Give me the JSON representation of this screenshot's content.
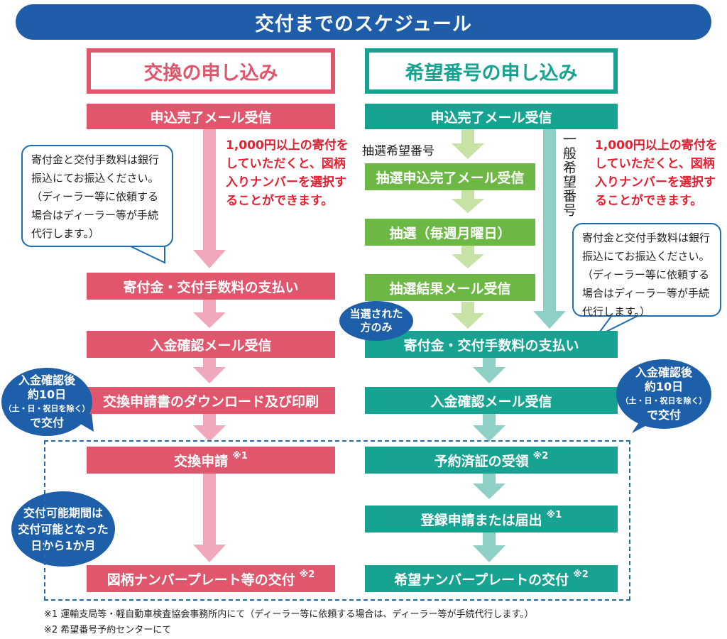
{
  "title": "交付までのスケジュール",
  "left": {
    "header": "交換の申し込み",
    "steps": [
      "申込完了メール受信",
      "寄付金・交付手数料の支払い",
      "入金確認メール受信",
      "交換申請書のダウンロード及び印刷",
      "交換申請",
      "図柄ナンバープレート等の交付"
    ],
    "note": "1,000円以上の寄付をしていただくと、図柄入りナンバーを選択することができます。",
    "callout": "寄付金と交付手数料は銀行振込にてお振込ください。（ディーラー等に依頼する場合はディーラー等が手続代行します。）"
  },
  "right": {
    "header": "希望番号の申し込み",
    "steps": [
      "申込完了メール受信",
      "抽選申込完了メール受信",
      "抽選（毎週月曜日）",
      "抽選結果メール受信",
      "寄付金・交付手数料の支払い",
      "入金確認メール受信",
      "予約済証の受領",
      "登録申請または届出",
      "希望ナンバープレートの交付"
    ],
    "lottery_label": "抽選希望番号",
    "general_label": "一般希望番号",
    "note": "1,000円以上の寄付をしていただくと、図柄入りナンバーを選択することができます。",
    "callout": "寄付金と交付手数料は銀行振込にてお振込ください。（ディーラー等に依頼する場合はディーラー等が手続代行します。）",
    "winners_only": [
      "当選された",
      "方のみ"
    ]
  },
  "marks": {
    "m1": "※1",
    "m2": "※2"
  },
  "bubbles": {
    "deposit_line1": "入金確認後",
    "deposit_line2": "約10日",
    "deposit_line3": "（土・日・祝日を除く）",
    "deposit_line4": "で交付",
    "period_line1": "交付可能期間は",
    "period_line2": "交付可能となった",
    "period_line3": "日から1か月"
  },
  "footnotes": [
    "※1 運輸支局等・軽自動車検査協会事務所内にて（ディーラー等に依頼する場合は、ディーラー等が手続代行します。）",
    "※2 希望番号予約センターにて"
  ],
  "colors": {
    "banner": "#205da8",
    "red": "#e0566c",
    "teal": "#17a392",
    "green": "#6db844",
    "pink_arrow": "#f1a8bd",
    "light_green_arrow": "#c6e3a5",
    "teal_arrow": "#8fd0c6",
    "note": "#e51f30"
  }
}
